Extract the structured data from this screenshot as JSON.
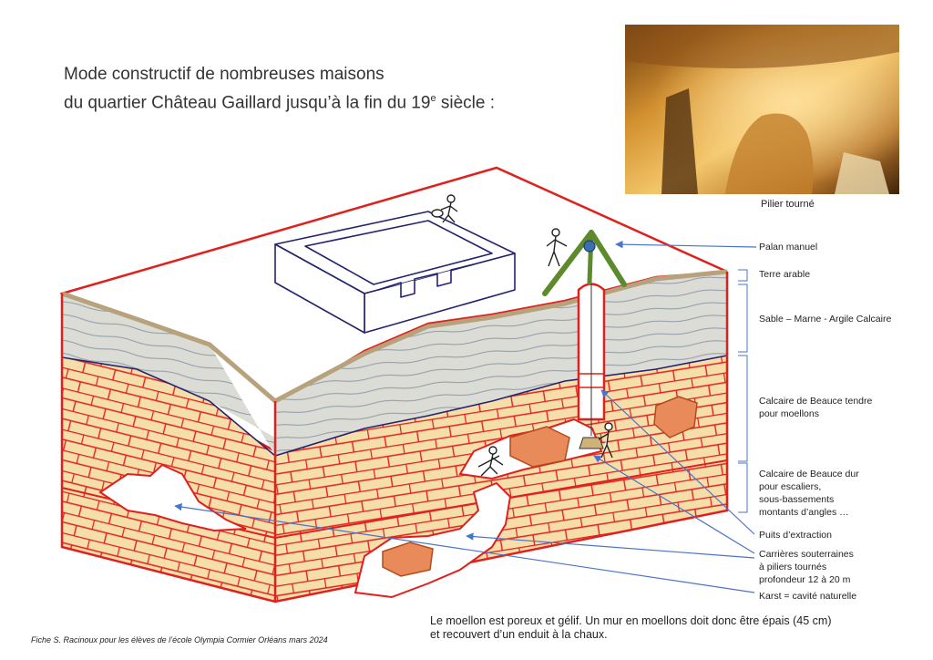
{
  "title": {
    "line1": "Mode constructif de nombreuses maisons",
    "line2_before": "du quartier Château Gaillard jusqu’à la fin du 19",
    "line2_sup": "e",
    "line2_after": " siècle :"
  },
  "photo": {
    "caption": "Pilier tourné"
  },
  "labels": {
    "palan": "Palan manuel",
    "terre": "Terre arable",
    "sable": "Sable – Marne - Argile Calcaire",
    "beauce_tendre_1": "Calcaire de Beauce tendre",
    "beauce_tendre_2": "pour moellons",
    "beauce_dur_1": "Calcaire de Beauce dur",
    "beauce_dur_2": "pour escaliers,",
    "beauce_dur_3": "sous-bassements",
    "beauce_dur_4": "montants d’angles …",
    "puits": "Puits d’extraction",
    "carrieres_1": "Carrières souterraines",
    "carrieres_2": "à piliers tournés",
    "carrieres_3": "profondeur 12 à 20 m",
    "karst": "Karst = cavité naturelle"
  },
  "note": {
    "line1": "Le moellon est poreux et gélif. Un mur en moellons doit donc être épais (45 cm)",
    "line2": "et recouvert d’un enduit à la chaux."
  },
  "credit": "Fiche S. Racinoux pour les élèves de l’école Olympia Cormier Orléans mars 2024",
  "colors": {
    "outline": "#e0201c",
    "limestone": "#f6deaa",
    "sand": "#dcdcd6",
    "pillar": "#e88a5a",
    "frame_green": "#5d8a2c",
    "arrow_blue": "#4a74c9",
    "house_line": "#23236e"
  },
  "icons": [
    "worker-icon",
    "pulley-icon",
    "block-icon"
  ]
}
